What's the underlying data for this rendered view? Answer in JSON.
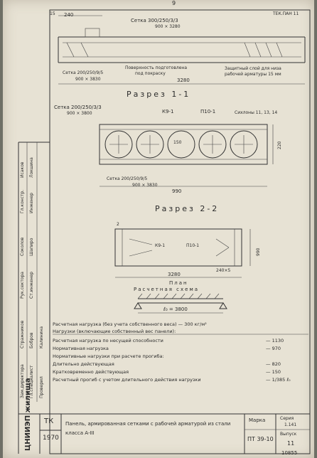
{
  "page_number": "9",
  "corner_code": "ТЕК.ПАН 11",
  "elevation": {
    "dim_left": "240",
    "dim_small": "15",
    "mesh_top": "Сетка 300/250/3/3",
    "mesh_top_size": "900 × 3280",
    "mesh_bottom": "Сетка 200/250/9/5",
    "mesh_bottom_size": "900 × 3830",
    "surface_note": "Поверхность подготовлена",
    "surface_note2": "под покраску",
    "dim_total": "3280",
    "right_note": "Защитный слой для низа",
    "right_note2": "рабочей арматуры 15 мм"
  },
  "section1": {
    "title": "Разрез 1-1",
    "mesh_top": "Сетка 200/250/3/3",
    "mesh_top_size": "900 × 3800",
    "lbl_k": "К9-1",
    "lbl_p": "П10-1",
    "lbl_loops": "Сихлоны 11, 13, 14",
    "dim_circle": "150",
    "dim_height": "220",
    "mesh_bottom": "Сетка 200/250/9/5",
    "mesh_bottom_size": "900 × 3830",
    "dim_width": "990"
  },
  "section2": {
    "title": "Разрез 2-2",
    "lbl_k": "К9-1",
    "lbl_p": "П10-1",
    "dim_height": "990",
    "dim_length": "3280",
    "dim_tail": "240×5",
    "mark": "2"
  },
  "plan": {
    "title1": "План",
    "title2": "Расчетная схема",
    "span": "ℓ₀ = 3800"
  },
  "loads": {
    "header": "Расчетная нагрузка (без учета собственного веса) — 300 кг/м²",
    "header2": "Нагрузки (включающие собственный вес панели):",
    "rows": [
      {
        "label": "Расчетная нагрузка по несущей способности",
        "value": "— 1130"
      },
      {
        "label": "Нормативная нагрузка",
        "value": "— 970"
      },
      {
        "label": "Нормативные нагрузки при расчете прогиба:",
        "value": ""
      },
      {
        "label": "Длительно действующая",
        "value": "— 820"
      },
      {
        "label": "Кратковременно действующая",
        "value": "— 150"
      },
      {
        "label": "Расчетный прогиб с учетом длительного действия нагрузки",
        "value": "— 1/385 ℓ₀"
      }
    ]
  },
  "signatures": [
    {
      "role": "Зам.директора",
      "name": "Стражников"
    },
    {
      "role": "Рук.сектора",
      "name": "Соколов"
    },
    {
      "role": "Гл.констр.",
      "name": "Исаков"
    },
    {
      "role": "Гл.специалист",
      "name": "Бобров"
    },
    {
      "role": "Ст.инженер",
      "name": "Шапиро"
    },
    {
      "role": "Инженер",
      "name": "Локшина"
    },
    {
      "role": "Проверил",
      "name": "Калинина"
    }
  ],
  "title_block": {
    "org": "ЦНИИЭП жилища",
    "series_code": "ТК",
    "year": "1970",
    "title": "Панель, армированная сетками с рабочей арматурой из стали класса А-III",
    "mark_label": "Марка",
    "mark_value": "ПТ 39-10",
    "series_label": "Серия",
    "series_value": "1.141",
    "issue_label": "Выпуск",
    "issue_value": "11",
    "sheet_no": "10855"
  }
}
